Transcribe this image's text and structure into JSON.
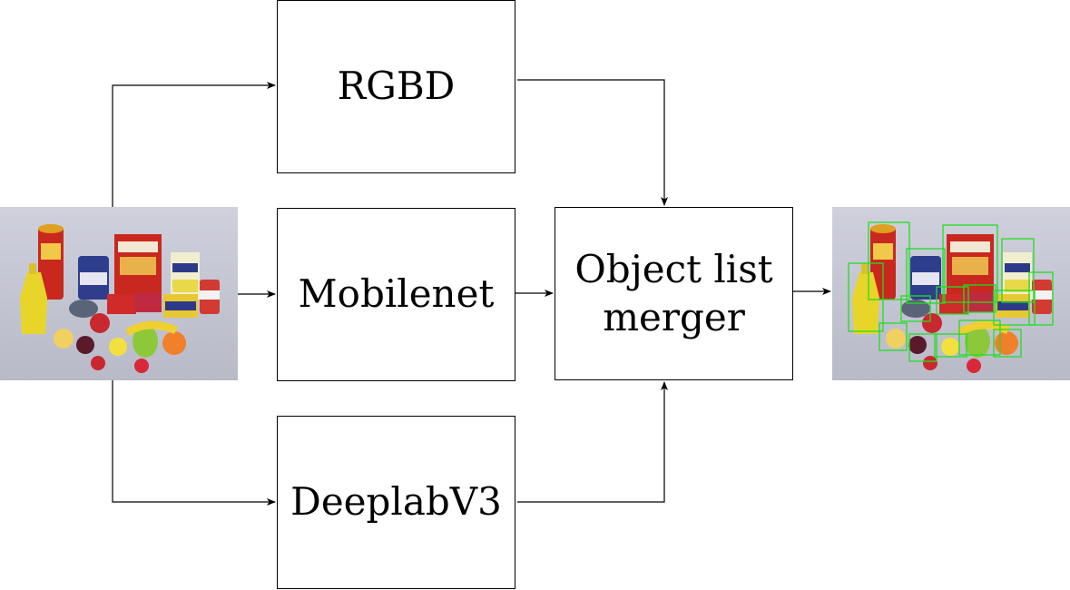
{
  "nodes": {
    "rgbd": "RGBD",
    "mobilenet": "Mobilenet",
    "deeplab": "DeeplabV3",
    "merger_line1": "Object list",
    "merger_line2": "merger"
  },
  "images": {
    "input": "input-photo",
    "output": "output-photo-with-detections"
  },
  "colors": {
    "box_border": "#000000",
    "arrow": "#000000",
    "detection_box": "#22dd22"
  }
}
